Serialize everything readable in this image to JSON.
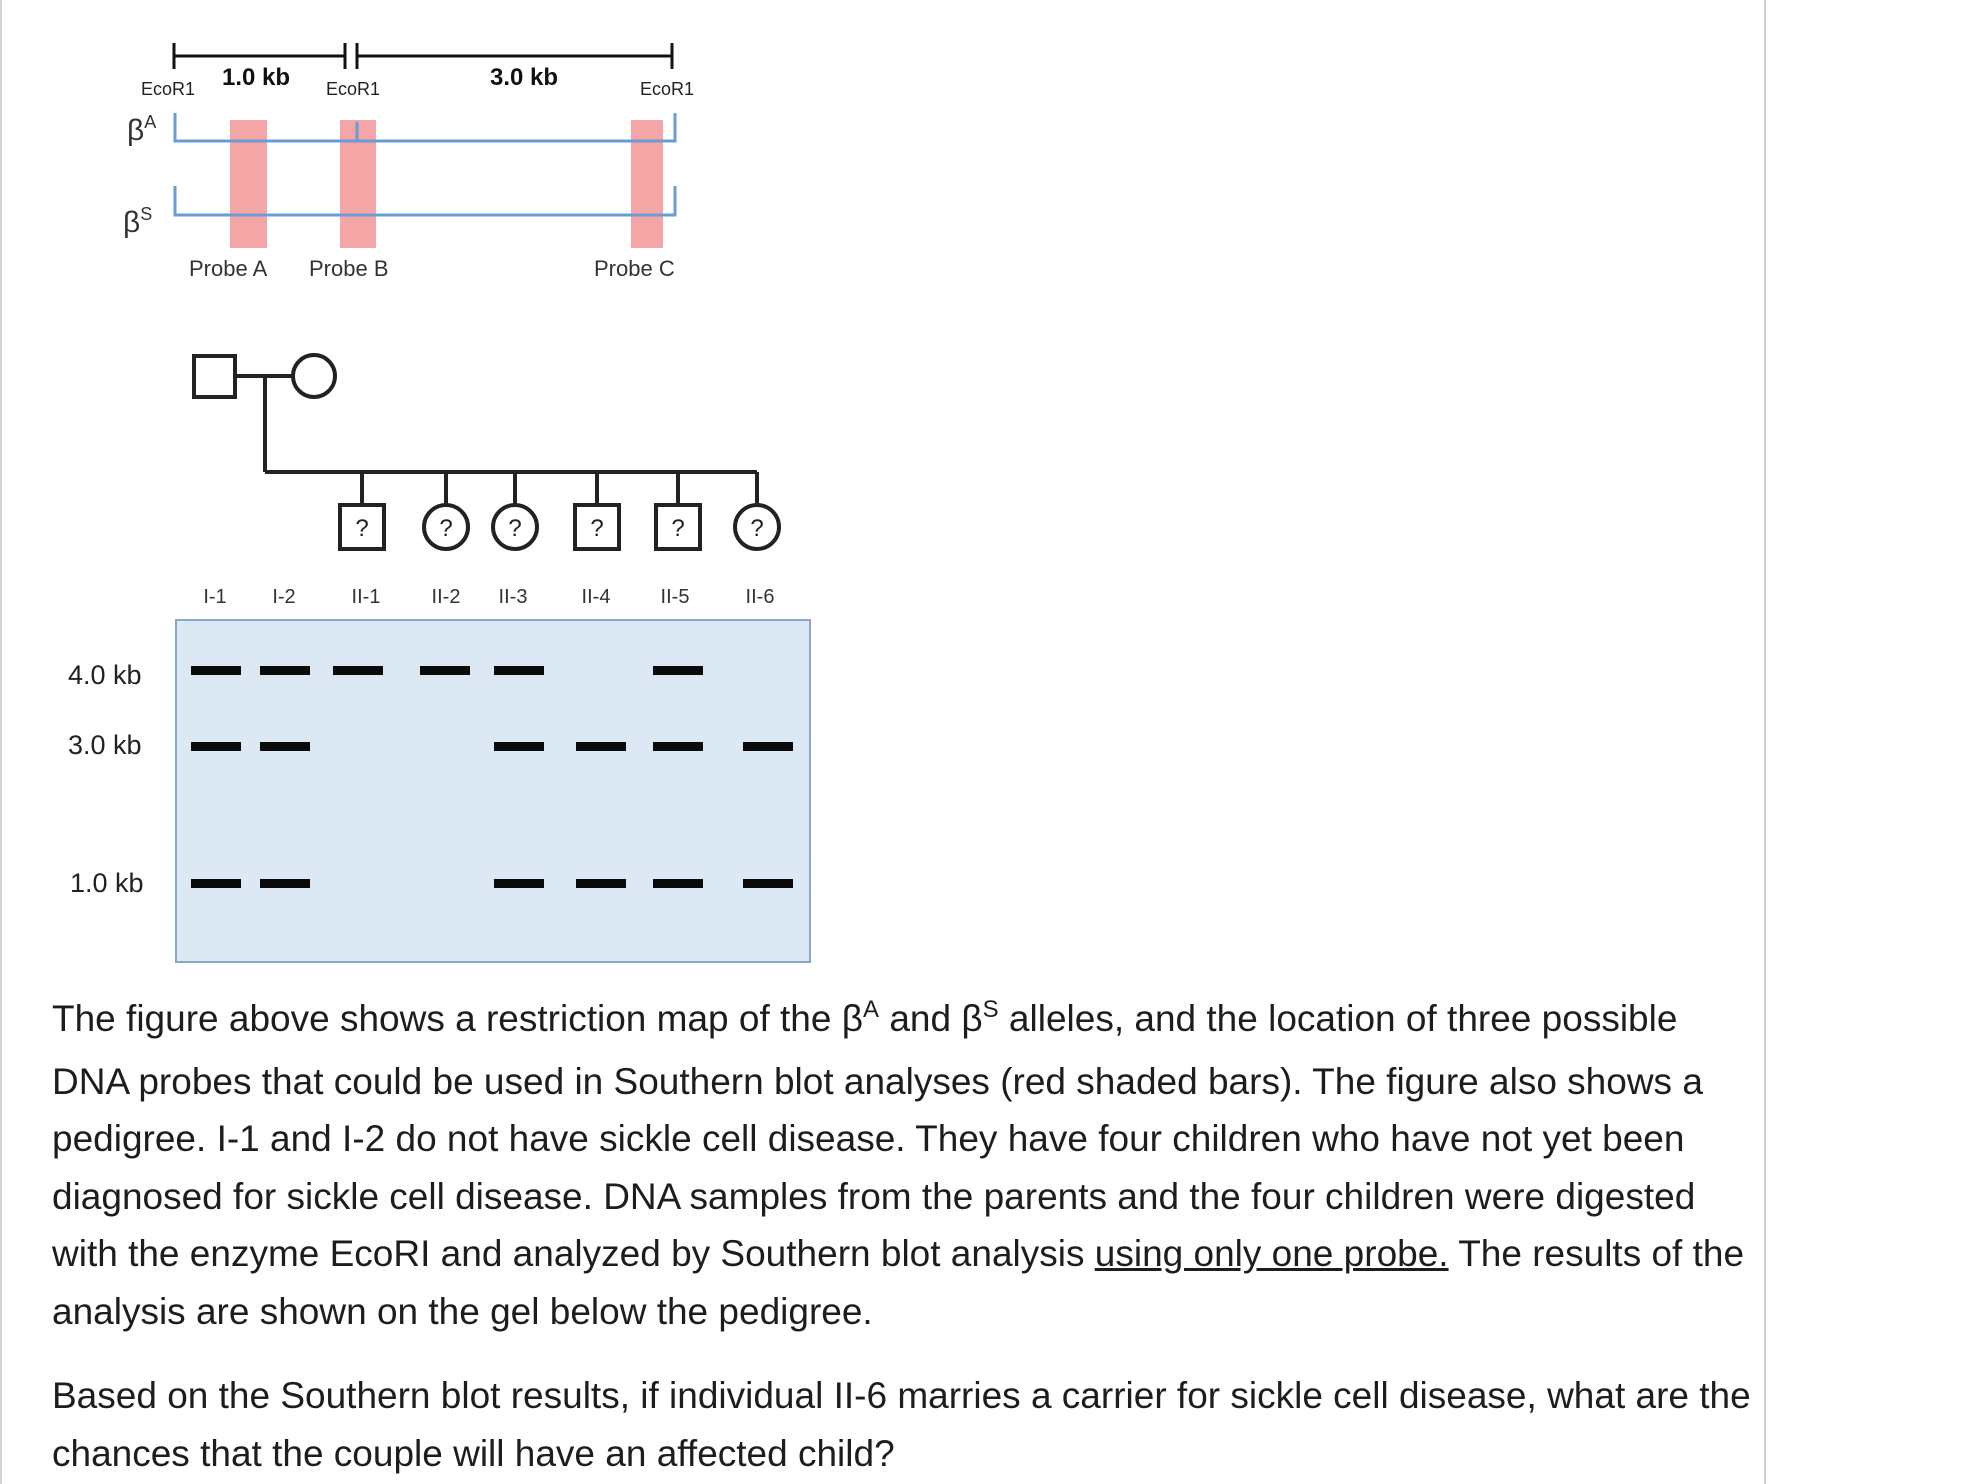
{
  "restriction_map": {
    "left_interval": "1.0 kb",
    "right_interval": "3.0 kb",
    "sites": [
      "EcoR1",
      "EcoR1",
      "EcoR1"
    ],
    "alleles": [
      {
        "symbol": "β",
        "superscript": "A"
      },
      {
        "symbol": "β",
        "superscript": "S"
      }
    ],
    "probes": [
      "Probe A",
      "Probe B",
      "Probe C"
    ],
    "probe_color": "#f4a6a6",
    "allele_line_color": "#6b9bd6"
  },
  "pedigree": {
    "unknown_mark": "?",
    "children": [
      "male",
      "female",
      "female",
      "male",
      "male",
      "female"
    ]
  },
  "gel": {
    "background": "#dde8f5",
    "border": "#8aa6c8",
    "lanes": [
      "I-1",
      "I-2",
      "II-1",
      "II-2",
      "II-3",
      "II-4",
      "II-5",
      "II-6"
    ],
    "sizes": [
      "4.0 kb",
      "3.0 kb",
      "1.0 kb"
    ],
    "bands": {
      "I-1": [
        "4.0 kb",
        "3.0 kb",
        "1.0 kb"
      ],
      "I-2": [
        "4.0 kb",
        "3.0 kb",
        "1.0 kb"
      ],
      "II-1": [
        "4.0 kb"
      ],
      "II-2": [
        "4.0 kb"
      ],
      "II-3": [
        "4.0 kb",
        "3.0 kb",
        "1.0 kb"
      ],
      "II-4": [
        "3.0 kb",
        "1.0 kb"
      ],
      "II-5": [
        "4.0 kb",
        "3.0 kb",
        "1.0 kb"
      ],
      "II-6": [
        "3.0 kb",
        "1.0 kb"
      ]
    }
  },
  "question": {
    "p1_a": "The figure above shows a restriction map of the β",
    "p1_sup_a": "A",
    "p1_b": " and β",
    "p1_sup_s": "S",
    "p1_c": " alleles, and the location of three possible DNA probes that could be used in Southern blot analyses (red shaded bars). The figure also shows a pedigree. I-1 and I-2 do not have sickle cell disease. They have four children who have not yet been diagnosed for sickle cell disease. DNA samples from the parents and the four children were digested with the enzyme EcoRI and analyzed by Southern blot analysis ",
    "p1_underlined": "using only one probe.",
    "p1_d": " The results of the analysis are shown on the gel below the pedigree.",
    "p2": "Based on the Southern blot results, if individual II-6 marries a carrier for sickle cell disease, what are the chances that the couple will have an affected child?"
  }
}
